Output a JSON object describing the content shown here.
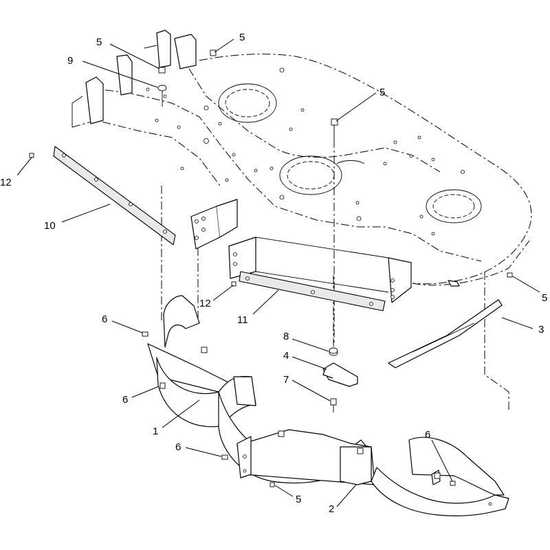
{
  "callouts": {
    "c_5a": "5",
    "c_5b": "5",
    "c_9": "9",
    "c_5c": "5",
    "c_12a": "12",
    "c_10": "10",
    "c_12b": "12",
    "c_11": "11",
    "c_5d": "5",
    "c_3": "3",
    "c_6a": "6",
    "c_8": "8",
    "c_4": "4",
    "c_7": "7",
    "c_6b": "6",
    "c_1": "1",
    "c_6c": "6",
    "c_6d": "6",
    "c_5e": "5",
    "c_2": "2"
  }
}
